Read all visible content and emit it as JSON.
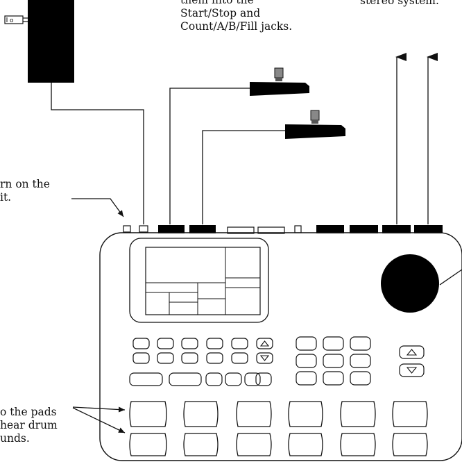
{
  "labels": {
    "top_center": [
      "them into the",
      "Start/Stop and",
      "Count/A/B/Fill jacks."
    ],
    "top_right": [
      "stereo system."
    ],
    "left_power": [
      "rn on the",
      "it."
    ],
    "left_pads": [
      "o the pads",
      "hear drum",
      "unds."
    ]
  },
  "colors": {
    "ink": "#111111",
    "fill": "#000000",
    "pedal_plug": "#888888",
    "background": "#ffffff"
  },
  "icons": {
    "up_arrow": "triangle-up-icon",
    "down_arrow": "triangle-down-icon"
  }
}
